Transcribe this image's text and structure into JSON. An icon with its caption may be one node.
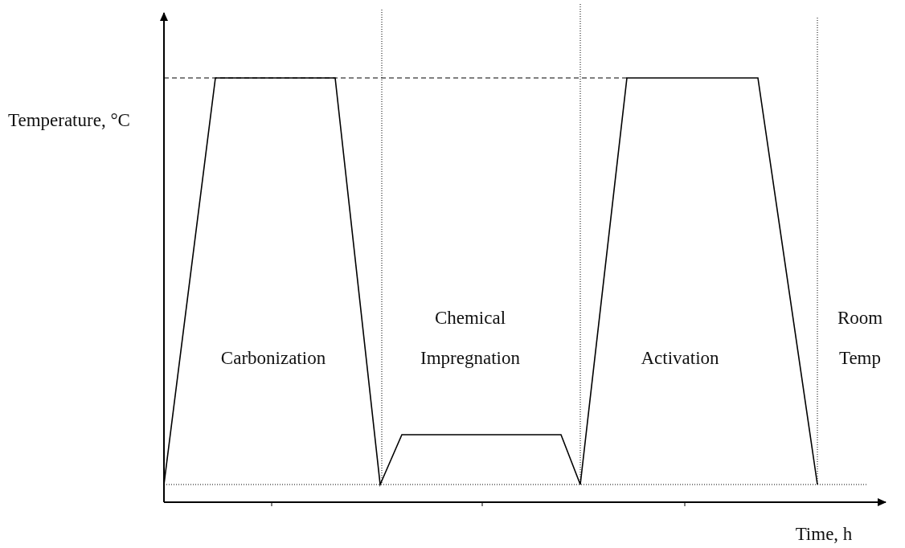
{
  "diagram": {
    "labels": [
      "Temperature, °C",
      "Carbonization",
      "Chemical Impregnation",
      "Activation",
      "Room Temp",
      "Time, h"
    ]
  }
}
